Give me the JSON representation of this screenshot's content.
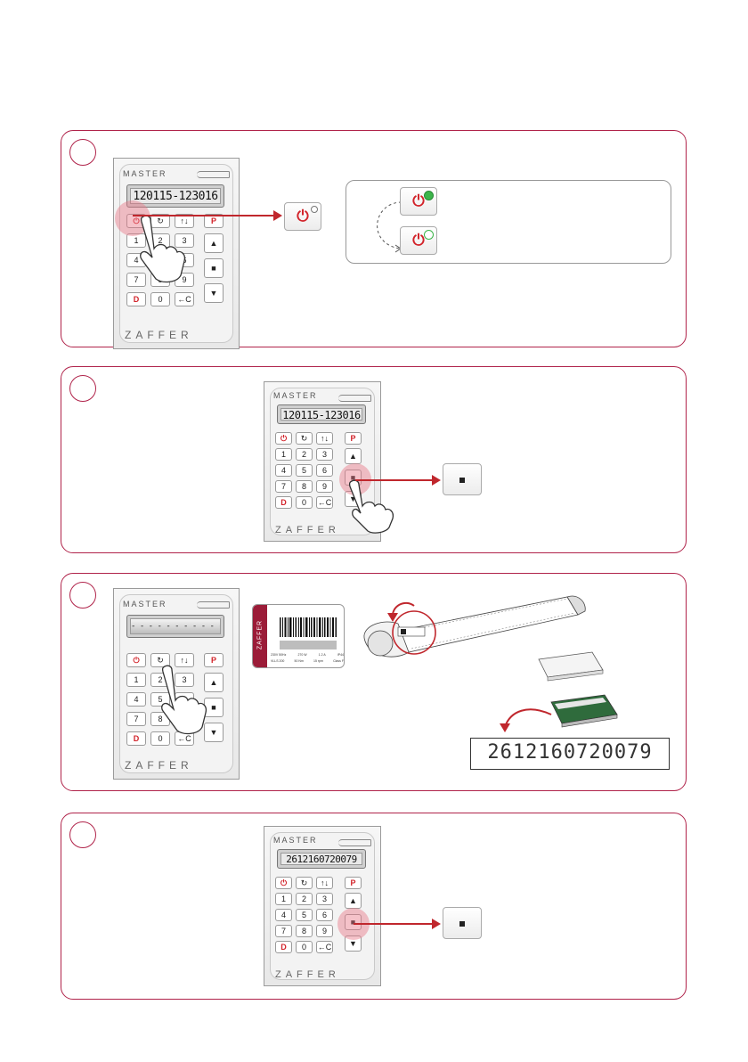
{
  "remote": {
    "brand_top": "MASTER",
    "brand_bottom": "ZAFFER",
    "keys": {
      "power": "⏻",
      "cycle": "↻",
      "updown": "↑↓",
      "prog": "P",
      "k1": "1",
      "k2": "2",
      "k3": "3",
      "k4": "4",
      "k5": "5",
      "k6": "6",
      "k7": "7",
      "k8": "8",
      "k9": "9",
      "del": "D",
      "k0": "0",
      "clear": "←C",
      "up": "▲",
      "stop": "■",
      "down": "▼"
    }
  },
  "steps": [
    {
      "lcd": "120115-123016"
    },
    {
      "lcd": "120115-123016"
    },
    {
      "lcd": "- - - - - - - - - - -"
    },
    {
      "lcd": "2612160720079"
    }
  ],
  "motor_label": {
    "brand": "ZAFFER",
    "specs_row1": [
      "230V 50Hz",
      "270 W",
      "1.2 A",
      "IP44"
    ],
    "specs_row2": [
      "VLLS 200",
      "50 Nm",
      "15 rpm",
      "Class F"
    ]
  },
  "serial_number": "2612160720079",
  "colors": {
    "accent": "#b0234a",
    "power_red": "#d2232a",
    "led_green": "#3cb54a"
  }
}
